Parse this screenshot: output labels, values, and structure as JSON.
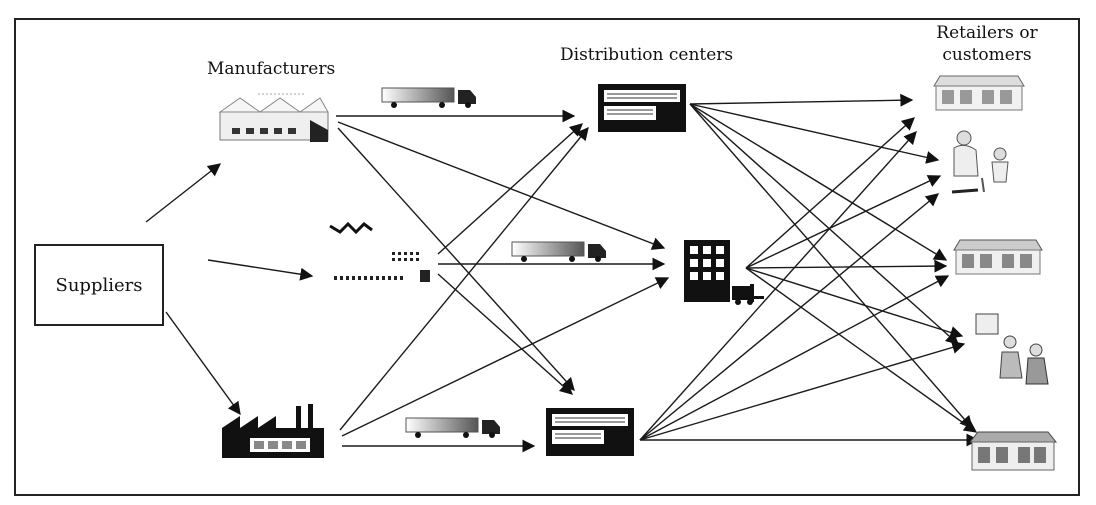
{
  "diagram": {
    "nodes": {
      "suppliers": {
        "label": "Suppliers"
      },
      "manufacturers": {
        "label": "Manufacturers"
      },
      "distribution_centers": {
        "label": "Distribution centers"
      },
      "retailers": {
        "label_line1": "Retailers or",
        "label_line2": "customers"
      }
    },
    "icons": {
      "manufacturer_1": "factory-building-icon",
      "manufacturer_2": "conveyor-assembly-icon",
      "manufacturer_3": "smokestack-factory-icon",
      "dc_1": "warehouse-icon",
      "dc_2": "tall-building-with-forklift-icon",
      "dc_3": "warehouse-icon",
      "truck": "semi-truck-icon",
      "retailer_1": "store-icon",
      "customer_1": "people-shopping-icon",
      "retailer_2": "store-icon",
      "customer_2": "people-shopping-icon",
      "retailer_3": "store-icon"
    },
    "edges": {
      "suppliers_to_manufacturers": [
        "supplier->m1",
        "supplier->m2",
        "supplier->m3"
      ],
      "manufacturers_to_dcs": [
        "m1->dc1",
        "m1->dc2",
        "m1->dc3",
        "m2->dc1",
        "m2->dc2",
        "m2->dc3",
        "m3->dc1",
        "m3->dc2",
        "m3->dc3"
      ],
      "dcs_to_retailers": "each distribution center to each of 5 retailers/customers"
    },
    "colors": {
      "line": "#1a1a1a",
      "frame": "#222222",
      "icon_dark": "#111111",
      "icon_mid": "#9a9a9a",
      "icon_light": "#e8e8e8"
    }
  }
}
